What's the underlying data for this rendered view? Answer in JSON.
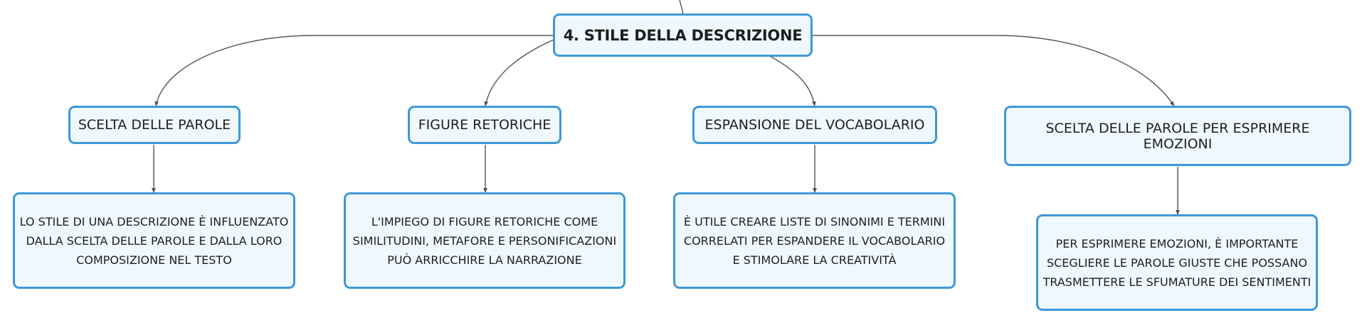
{
  "diagram": {
    "root": "4. STILE DELLA DESCRIZIONE",
    "topics": [
      {
        "label": "SCELTA DELLE PAROLE",
        "detail": "LO STILE DI UNA DESCRIZIONE È INFLUENZATO DALLA SCELTA DELLE PAROLE E DALLA LORO COMPOSIZIONE NEL TESTO"
      },
      {
        "label": "FIGURE RETORICHE",
        "detail": "L'IMPIEGO DI FIGURE RETORICHE COME SIMILITUDINI, METAFORE E PERSONIFICAZIONI PUÒ ARRICCHIRE LA NARRAZIONE"
      },
      {
        "label": "ESPANSIONE DEL VOCABOLARIO",
        "detail": "È UTILE CREARE LISTE DI SINONIMI E TERMINI CORRELATI PER ESPANDERE IL VOCABOLARIO E STIMOLARE LA CREATIVITÀ"
      },
      {
        "label": "SCELTA DELLE PAROLE PER ESPRIMERE EMOZIONI",
        "detail": "PER ESPRIMERE EMOZIONI, È IMPORTANTE SCEGLIERE LE PAROLE GIUSTE CHE POSSANO TRASMETTERE LE SFUMATURE DEI SENTIMENTI"
      }
    ]
  },
  "colors": {
    "node_border": "#3e98d6",
    "node_fill": "#eff8ff",
    "connector": "#555555",
    "text": "#1e1e1e"
  }
}
